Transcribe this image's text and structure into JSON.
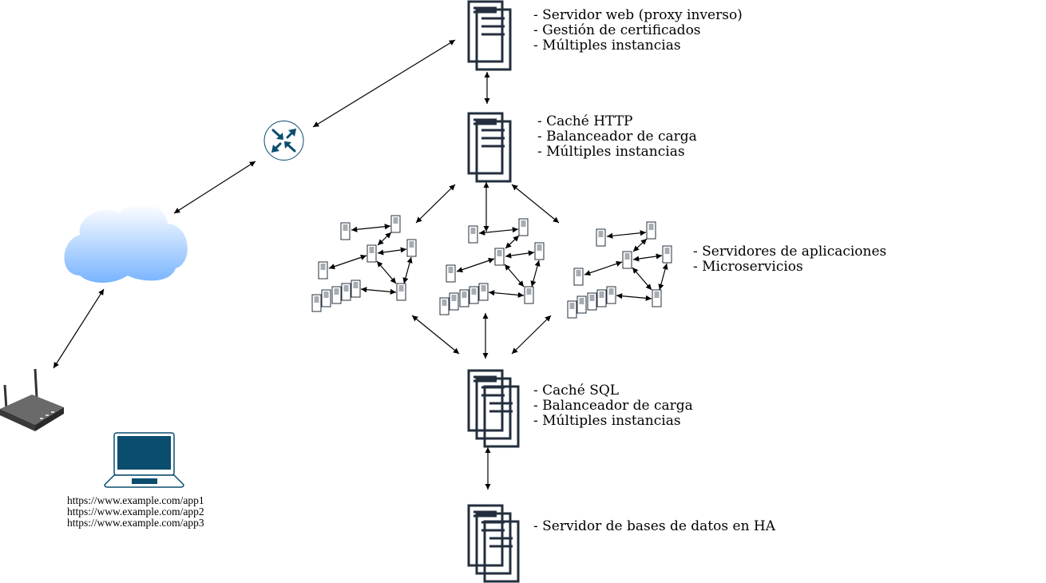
{
  "labels": {
    "web": [
      "- Servidor web (proxy inverso)",
      "- Gestión de certificados",
      "- Múltiples instancias"
    ],
    "cache": [
      "- Caché HTTP",
      "- Balanceador de carga",
      "- Múltiples instancias"
    ],
    "apps": [
      "- Servidores de aplicaciones",
      "- Microservicios"
    ],
    "sql": [
      "- Caché SQL",
      "- Balanceador de carga",
      "- Múltiples instancias"
    ],
    "db": [
      "- Servidor de bases de datos en HA"
    ]
  },
  "urls": [
    "https://www.example.com/app1",
    "https://www.example.com/app2",
    "https://www.example.com/app3"
  ],
  "colors": {
    "server_stroke": "#232f3e",
    "router_blue": "#0a4d6e",
    "laptop_blue": "#0a4d6e",
    "cloud_top": "#ffffff",
    "cloud_bottom": "#78b4ff"
  }
}
